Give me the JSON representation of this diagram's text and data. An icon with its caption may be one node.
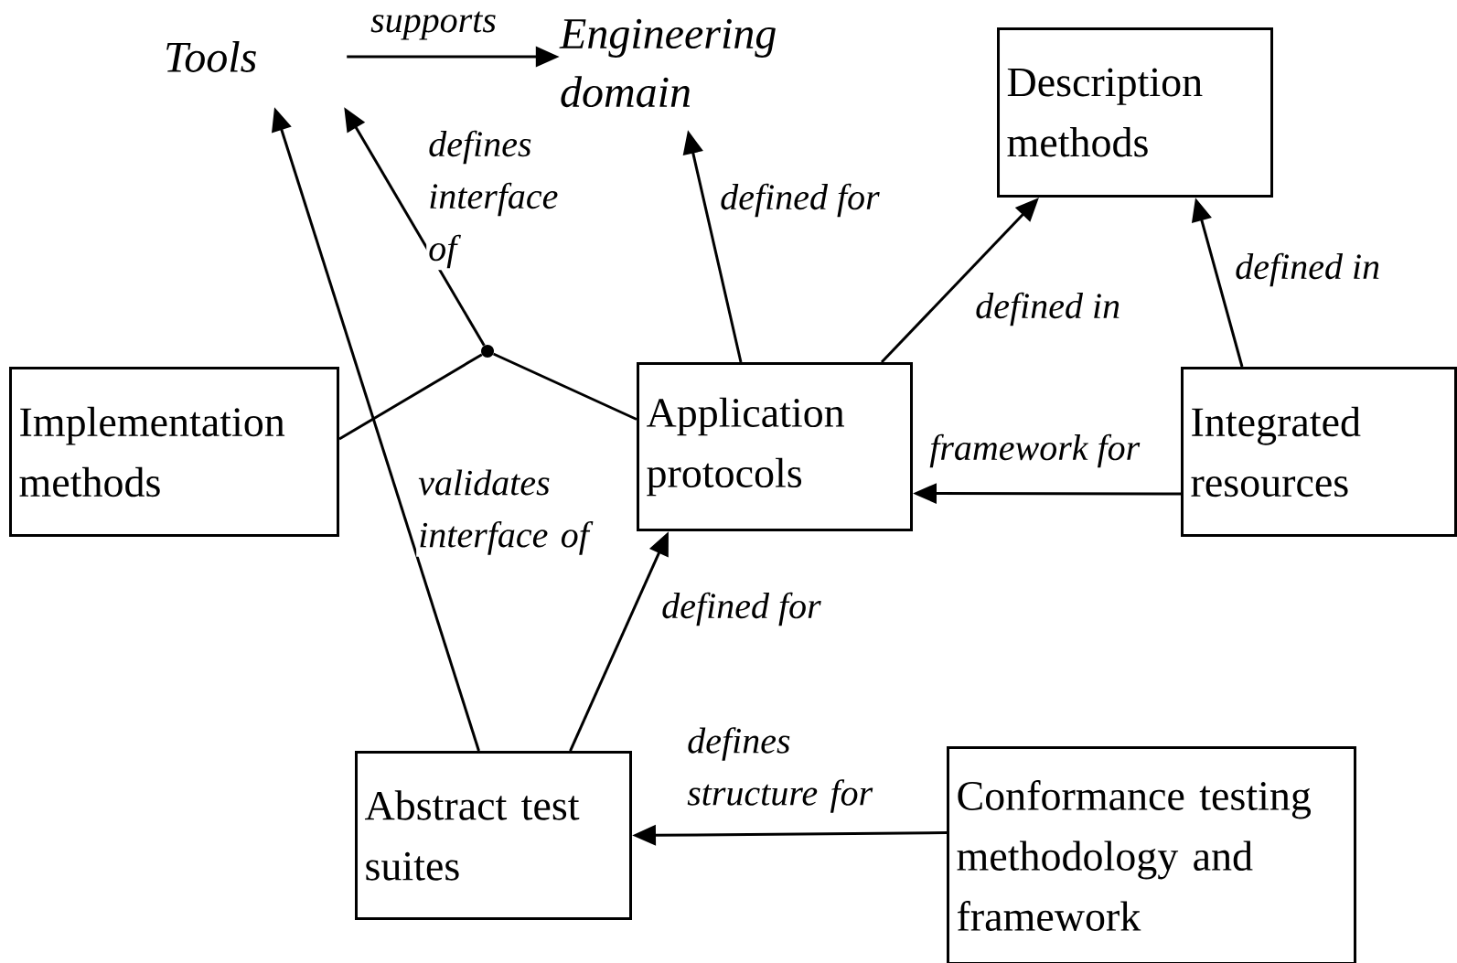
{
  "diagram": {
    "nodes": [
      {
        "text": [
          "Tools"
        ]
      },
      {
        "text": [
          "Engineering domain"
        ]
      },
      {
        "text": [
          "Description methods"
        ]
      },
      {
        "text": [
          "Implementation methods"
        ]
      },
      {
        "text": [
          "Application protocols"
        ]
      },
      {
        "text": [
          "Integrated resources"
        ]
      },
      {
        "text": [
          "Abstract test suites"
        ]
      },
      {
        "text": [
          "Conformance testing methodology and framework"
        ]
      },
      {
        "text": [],
        "shape": "circle"
      }
    ],
    "edges": [
      {
        "from": 0,
        "to": 1,
        "arrow": "to",
        "label": "supports"
      },
      {
        "from": 6,
        "to": 0,
        "arrow": "to",
        "label": "validates interface of"
      },
      {
        "from": 8,
        "to": 0,
        "arrow": "to",
        "label": "defines interface of"
      },
      {
        "from": 3,
        "to": 8,
        "arrow": "none"
      },
      {
        "from": 4,
        "to": 8,
        "arrow": "none"
      },
      {
        "from": 4,
        "to": 1,
        "arrow": "to",
        "label": "defined for"
      },
      {
        "from": 4,
        "to": 2,
        "arrow": "to",
        "label": "defined in"
      },
      {
        "from": 5,
        "to": 2,
        "arrow": "to",
        "label": "defined in"
      },
      {
        "from": 5,
        "to": 4,
        "arrow": "to",
        "label": "framework for"
      },
      {
        "from": 6,
        "to": 4,
        "arrow": "to",
        "label": "defined for"
      },
      {
        "from": 7,
        "to": 6,
        "arrow": "to",
        "label": "defines structure for"
      }
    ]
  }
}
